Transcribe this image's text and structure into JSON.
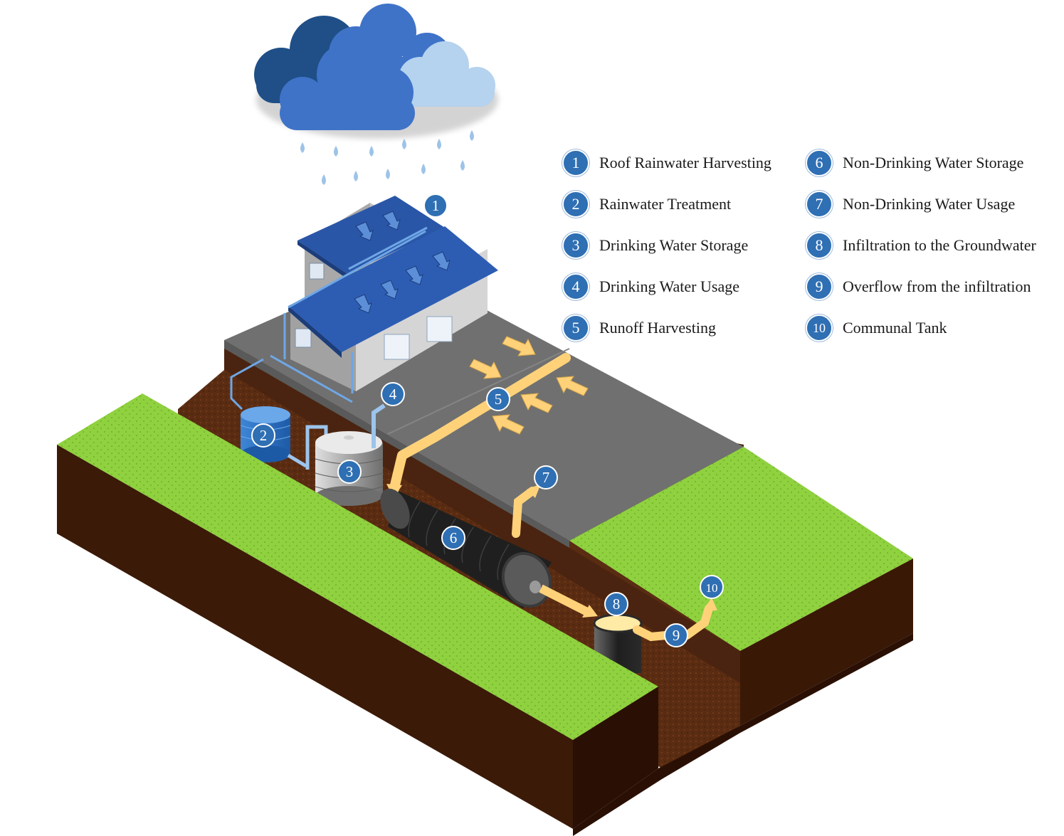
{
  "colors": {
    "badge": "#2f6fb3",
    "grass": "#8fd13f",
    "soil": "#4a2410",
    "road": "#707070",
    "roof": "#2a56a8",
    "runoff_arrow": "#ffd27a",
    "cloud_dark": "#1f4f86",
    "cloud_mid": "#3f73c8",
    "cloud_light": "#b5d2ee"
  },
  "legend": {
    "column_a": [
      {
        "num": "1",
        "label": "Roof Rainwater Harvesting"
      },
      {
        "num": "2",
        "label": "Rainwater Treatment"
      },
      {
        "num": "3",
        "label": "Drinking Water Storage"
      },
      {
        "num": "4",
        "label": "Drinking Water Usage"
      },
      {
        "num": "5",
        "label": "Runoff Harvesting"
      }
    ],
    "column_b": [
      {
        "num": "6",
        "label": "Non-Drinking Water Storage"
      },
      {
        "num": "7",
        "label": "Non-Drinking Water Usage"
      },
      {
        "num": "8",
        "label": "Infiltration to the Groundwater"
      },
      {
        "num": "9",
        "label": "Overflow from the infiltration"
      },
      {
        "num": "10",
        "label": "Communal Tank"
      }
    ]
  },
  "markers": [
    "1",
    "2",
    "3",
    "4",
    "5",
    "6",
    "7",
    "8",
    "9",
    "10"
  ],
  "icons": {
    "clouds": "rain-cloud-icon",
    "house": "house-icon",
    "tank": "water-tank-icon"
  }
}
